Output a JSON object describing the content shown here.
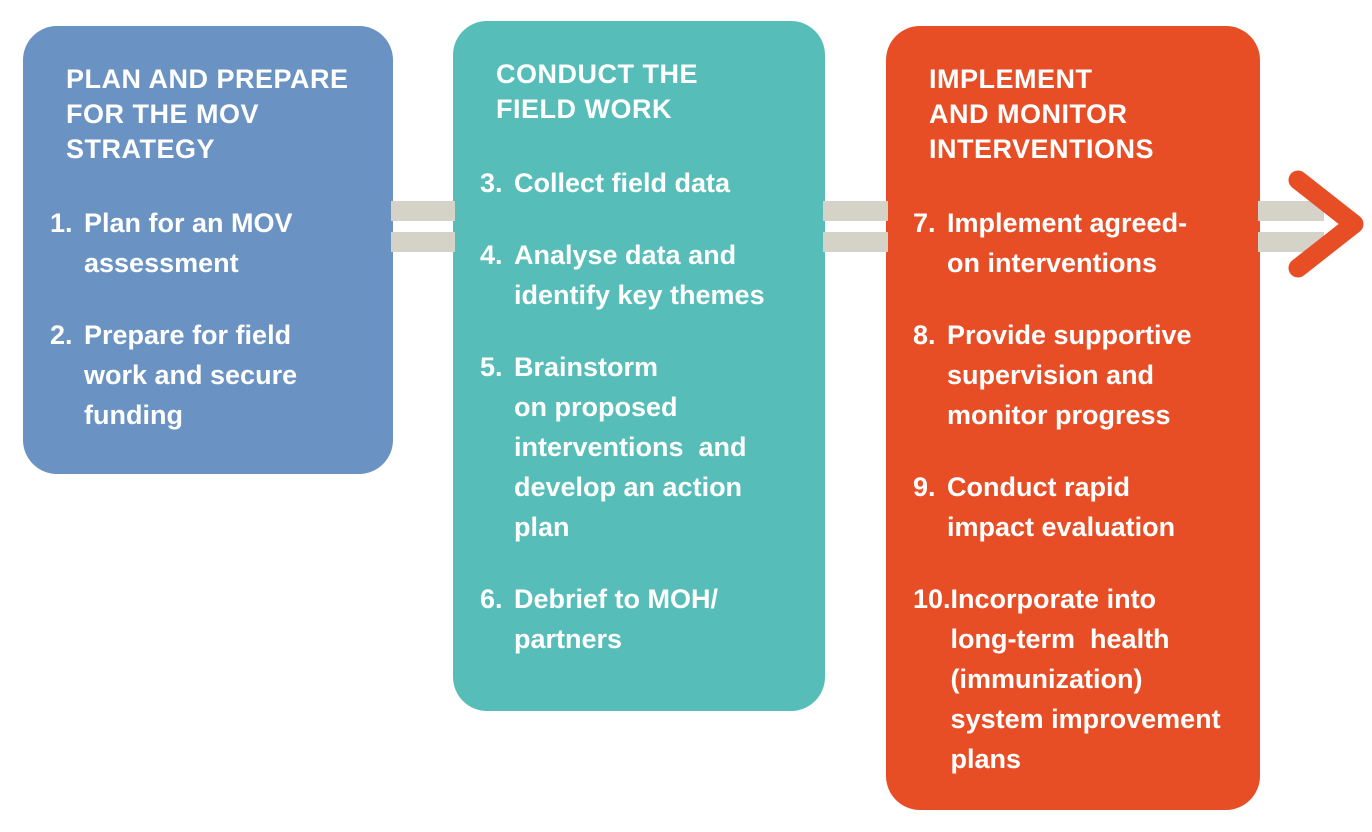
{
  "figure": {
    "name": "MOV strategy process flow",
    "background": "#FFFFFF",
    "colors": {
      "stage1": "#6A92C2",
      "stage2": "#57BDB8",
      "stage3": "#E84E26",
      "connector": "#D5D2C8",
      "arrow": "#E84E26",
      "text": "#FFFFFF"
    }
  },
  "boxes": [
    {
      "id": "plan-and-prepare",
      "title": "PLAN AND PREPARE\nFOR THE MOV\nSTRATEGY",
      "color": "#6A92C2",
      "items": [
        {
          "number": "1.",
          "text": "Plan for an MOV\nassessment"
        },
        {
          "number": "2.",
          "text": "Prepare for field\nwork and secure\nfunding"
        }
      ]
    },
    {
      "id": "conduct-field-work",
      "title": "CONDUCT THE\nFIELD WORK",
      "color": "#57BDB8",
      "items": [
        {
          "number": "3.",
          "text": "Collect field data"
        },
        {
          "number": "4.",
          "text": "Analyse data and\nidentify key themes"
        },
        {
          "number": "5.",
          "text": "Brainstorm\non proposed\ninterventions  and\ndevelop an action\nplan"
        },
        {
          "number": "6.",
          "text": "Debrief to MOH/\npartners"
        }
      ]
    },
    {
      "id": "implement-and-monitor",
      "title": "IMPLEMENT\nAND MONITOR\nINTERVENTIONS",
      "color": "#E84E26",
      "items": [
        {
          "number": "7.",
          "text": "Implement agreed-\non interventions"
        },
        {
          "number": "8.",
          "text": "Provide supportive\nsupervision and\nmonitor progress"
        },
        {
          "number": "9.",
          "text": "Conduct rapid\nimpact evaluation"
        },
        {
          "number": "10.",
          "text": "Incorporate into\nlong-term  health\n(immunization)\nsystem improvement\nplans"
        }
      ]
    }
  ]
}
